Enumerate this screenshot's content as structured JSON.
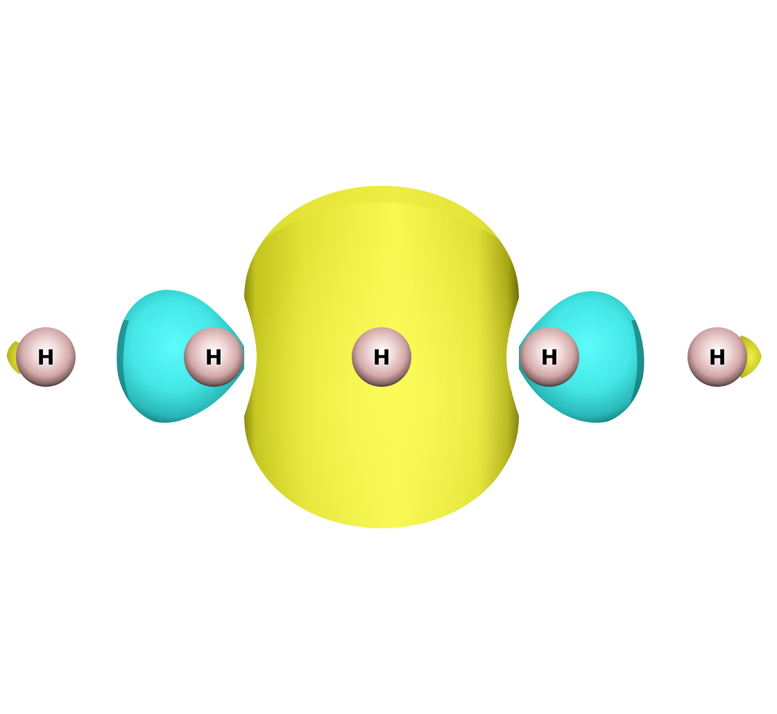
{
  "molecule": {
    "atoms": [
      {
        "element": "H",
        "label": "H"
      },
      {
        "element": "H",
        "label": "H"
      },
      {
        "element": "H",
        "label": "H"
      },
      {
        "element": "H",
        "label": "H"
      },
      {
        "element": "H",
        "label": "H"
      }
    ]
  },
  "colors": {
    "background": "#ffffff",
    "positive_lobe": "#f6f542",
    "negative_lobe": "#42f4f2",
    "atom": "#e8c2c2",
    "label": "#000000"
  }
}
